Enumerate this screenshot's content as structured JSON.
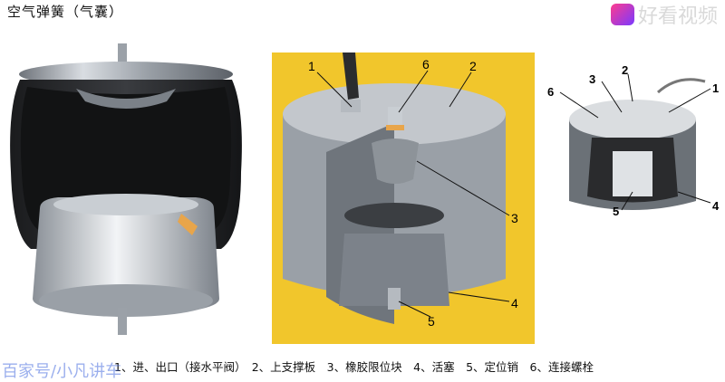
{
  "title": "空气弹簧（气囊）",
  "watermark_top": "好看视频",
  "watermark_bottom": "百家号/小凡讲车",
  "caption": "1、进、出口（接水平阀）　2、上支撑板　3、橡胶限位块　4、活塞　5、定位销　6、连接螺栓",
  "callouts_middle": [
    "1",
    "6",
    "2",
    "3",
    "4",
    "5"
  ],
  "callouts_right": [
    "3",
    "2",
    "6",
    "1",
    "4",
    "5"
  ],
  "colors": {
    "accent_orange": "#e8a54a",
    "metal": "#aeb4bb",
    "panel_bg": "#f1c62c"
  }
}
